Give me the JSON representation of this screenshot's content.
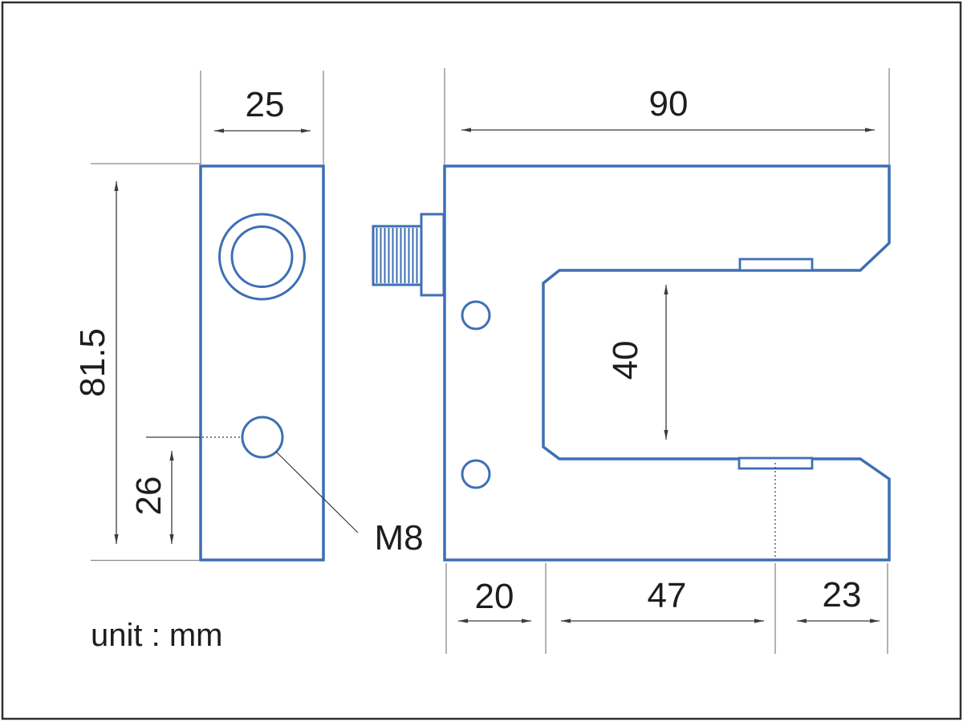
{
  "drawing": {
    "type": "dimension-drawing",
    "unit_note": "unit : mm",
    "thread_label": "M8",
    "dims": {
      "bracket_width": "25",
      "body_width": "90",
      "overall_height": "81.5",
      "hole_bottom_offset": "26",
      "slot_height": "40",
      "left_arm_thickness": "20",
      "slot_depth": "47",
      "right_arm_thickness": "23"
    },
    "colors": {
      "outline_blue": "#3d6fb4",
      "dimension_line": "#3c3c3c",
      "extension_line": "#8a8a8a",
      "text": "#1d1d1d",
      "frame": "#303030",
      "background": "#ffffff"
    }
  }
}
